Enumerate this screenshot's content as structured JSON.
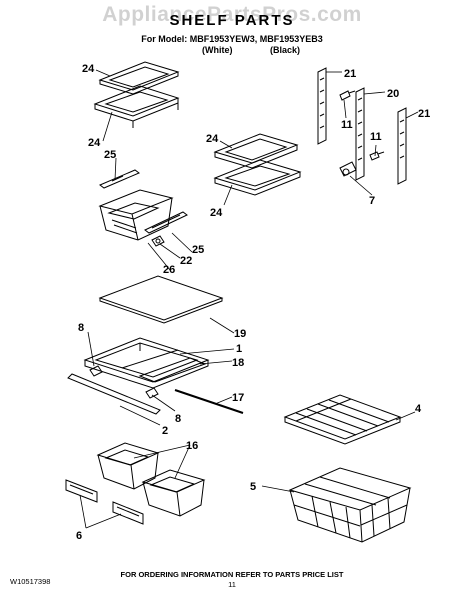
{
  "header": {
    "watermark": "AppliancePartsPros.com",
    "title": "SHELF PARTS",
    "model_line": "For Model: MBF1953YEW3, MBF1953YEB3",
    "color_white": "(White)",
    "color_black": "(Black)"
  },
  "callouts": {
    "c24a": "24",
    "c24b": "24",
    "c24c": "24",
    "c24d": "24",
    "c25a": "25",
    "c25b": "25",
    "c26": "26",
    "c22": "22",
    "c21a": "21",
    "c21b": "21",
    "c20": "20",
    "c11a": "11",
    "c11b": "11",
    "c7": "7",
    "c19": "19",
    "c1": "1",
    "c18": "18",
    "c8a": "8",
    "c8b": "8",
    "c17": "17",
    "c2": "2",
    "c16": "16",
    "c6": "6",
    "c4": "4",
    "c5": "5"
  },
  "footer": {
    "note": "FOR ORDERING INFORMATION REFER TO PARTS PRICE LIST",
    "part_number": "W10517398",
    "page": "11"
  }
}
